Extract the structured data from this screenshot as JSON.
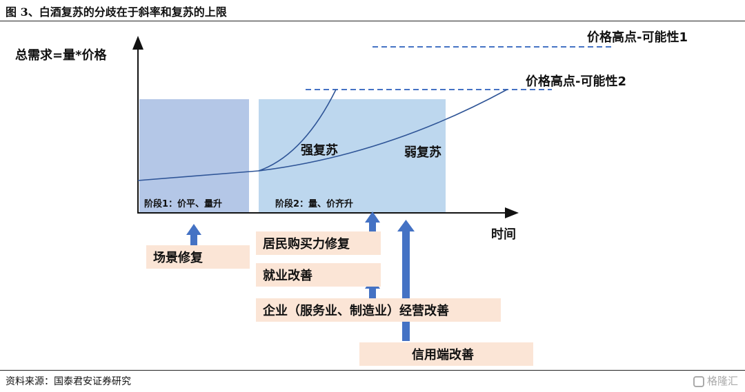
{
  "title": "图 3、白酒复苏的分歧在于斜率和复苏的上限",
  "source": "资料来源：国泰君安证券研究",
  "watermark": "格隆汇",
  "axes": {
    "y_label": "总需求=量*价格",
    "x_label": "时间"
  },
  "phases": {
    "phase1": "阶段1：价平、量升",
    "phase2": "阶段2：量、价齐升"
  },
  "ceilings": {
    "possibility1": "价格高点-可能性1",
    "possibility2": "价格高点-可能性2"
  },
  "curves": {
    "strong": "强复苏",
    "weak": "弱复苏"
  },
  "drivers": {
    "scene": "场景修复",
    "income": "居民购买力修复",
    "employment": "就业改善",
    "business": "企业（服务业、制造业）经营改善",
    "credit": "信用端改善"
  },
  "colors": {
    "phase1_fill": "#b4c7e7",
    "phase2_fill": "#bdd7ee",
    "curve": "#2f5597",
    "dash": "#4472c4",
    "arrow": "#4472c4",
    "box_fill": "#fbe5d6"
  }
}
